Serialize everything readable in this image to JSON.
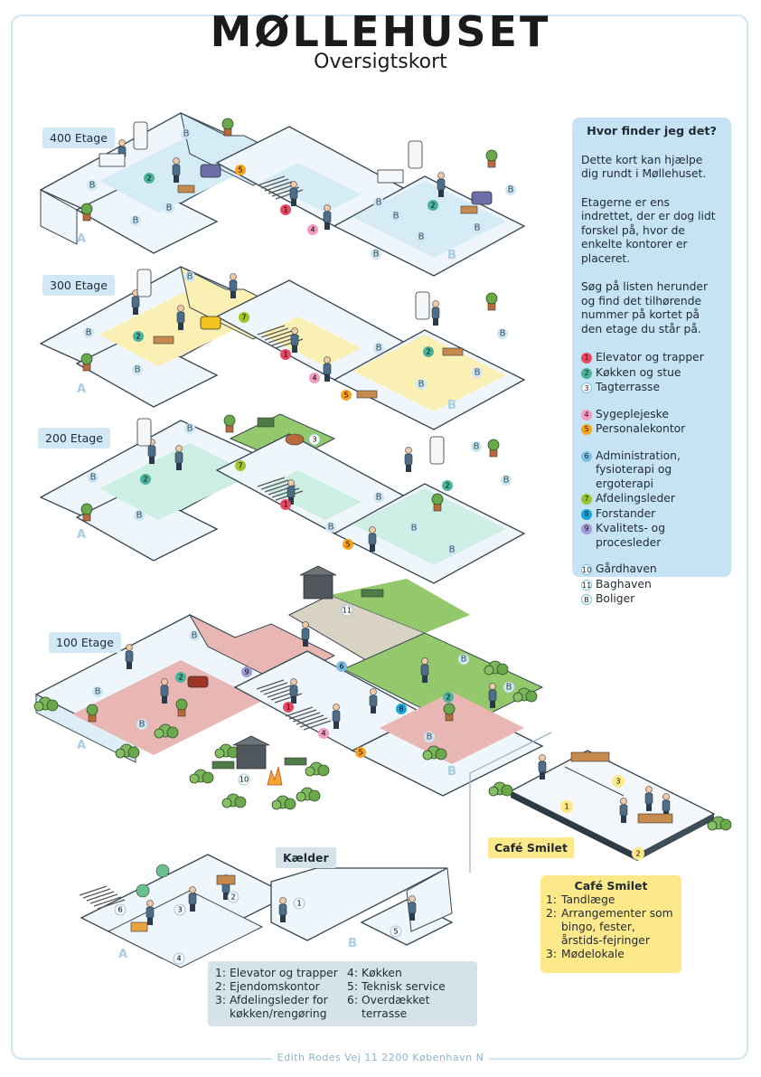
{
  "header": {
    "title": "MØLLEHUSET",
    "subtitle": "Oversigtskort"
  },
  "floors": [
    {
      "label": "400 Etage"
    },
    {
      "label": "300 Etage"
    },
    {
      "label": "200 Etage"
    },
    {
      "label": "100 Etage"
    },
    {
      "label": "Kælder"
    }
  ],
  "map_letters": {
    "a": "A",
    "b": "B",
    "bolig": "B"
  },
  "map_numbers": [
    "1",
    "2",
    "3",
    "4",
    "5",
    "6",
    "7",
    "8",
    "9",
    "10",
    "11"
  ],
  "legend": {
    "title": "Hvor finder jeg det?",
    "intro": [
      "Dette kort kan hjælpe dig rundt i Møllehuset.",
      "Etagerne er ens indrettet, der er dog lidt forskel på, hvor de enkelte kontorer er placeret.",
      "Søg på listen herunder og find det tilhørende nummer på kortet på den etage du står på."
    ],
    "groups": [
      [
        {
          "num": "1",
          "label": "Elevator og trapper",
          "color": "#e8475f"
        },
        {
          "num": "2",
          "label": "Køkken og stue",
          "color": "#4bb39b"
        },
        {
          "num": "3",
          "label": "Tagterrasse",
          "color": "#ffffff"
        }
      ],
      [
        {
          "num": "4",
          "label": "Sygeplejeske",
          "color": "#f59ac0"
        },
        {
          "num": "5",
          "label": "Personalekontor",
          "color": "#f6a21c"
        }
      ],
      [
        {
          "num": "6",
          "label": "Administration, fysioterapi og ergoterapi",
          "color": "#7bbfe0"
        },
        {
          "num": "7",
          "label": "Afdelingsleder",
          "color": "#9cc52a"
        },
        {
          "num": "8",
          "label": "Forstander",
          "color": "#17a7e0"
        },
        {
          "num": "9",
          "label": "Kvalitets- og procesleder",
          "color": "#a49ad6"
        }
      ],
      [
        {
          "num": "10",
          "label": "Gårdhaven",
          "color": "#ffffff"
        },
        {
          "num": "11",
          "label": "Baghaven",
          "color": "#ffffff"
        },
        {
          "num": "B",
          "label": "Boliger",
          "color": "#ffffff"
        }
      ]
    ]
  },
  "cafe": {
    "tag": "Café Smilet",
    "title": "Café Smilet",
    "items": [
      {
        "num": "1:",
        "label": "Tandlæge"
      },
      {
        "num": "2:",
        "label": "Arrangementer som bingo, fester, årstids-fejringer"
      },
      {
        "num": "3:",
        "label": "Mødelokale"
      }
    ]
  },
  "basement": {
    "tag": "Kælder",
    "col1": [
      {
        "num": "1:",
        "label": "Elevator og trapper"
      },
      {
        "num": "2:",
        "label": "Ejendomskontor"
      },
      {
        "num": "3:",
        "label": "Afdelingsleder for køkken/rengøring"
      }
    ],
    "col2": [
      {
        "num": "4:",
        "label": "Køkken"
      },
      {
        "num": "5:",
        "label": "Teknisk service"
      },
      {
        "num": "6:",
        "label": "Overdækket terrasse"
      }
    ]
  },
  "footer": "Edith Rodes Vej 11 2200 København N",
  "colors": {
    "floor400": "#d5ebf6",
    "floor300": "#fbf0b4",
    "floor200": "#cdeee2",
    "floor100": "#e9b7b3",
    "garden": "#93c86d",
    "room": "#eef6fb"
  }
}
